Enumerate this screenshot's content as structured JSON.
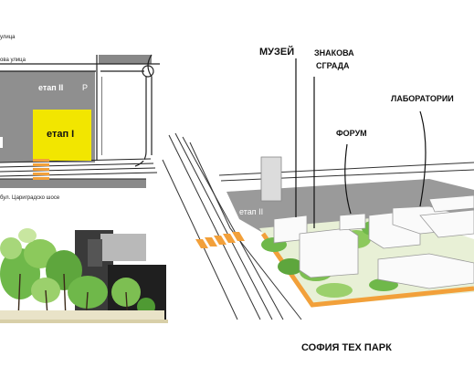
{
  "site_plan": {
    "street_top": "улица",
    "street_mid": "ова улица",
    "stage2": "етап II",
    "parking": "P",
    "stage1": "етап I",
    "boulevard": "бул. Цариградско шосе"
  },
  "aerial": {
    "museum": "МУЗЕЙ",
    "landmark_line1": "ЗНАКОВА",
    "landmark_line2": "СГРАДА",
    "labs": "ЛАБОРАТОРИИ",
    "forum": "ФОРУМ",
    "stage2": "етап II"
  },
  "caption": "СОФИЯ ТЕХ ПАРК",
  "colors": {
    "stage1_yellow": "#f2e600",
    "crossing_orange": "#f2a03a",
    "site_gray": "#9a9a9a",
    "green": "#6fb84a"
  }
}
